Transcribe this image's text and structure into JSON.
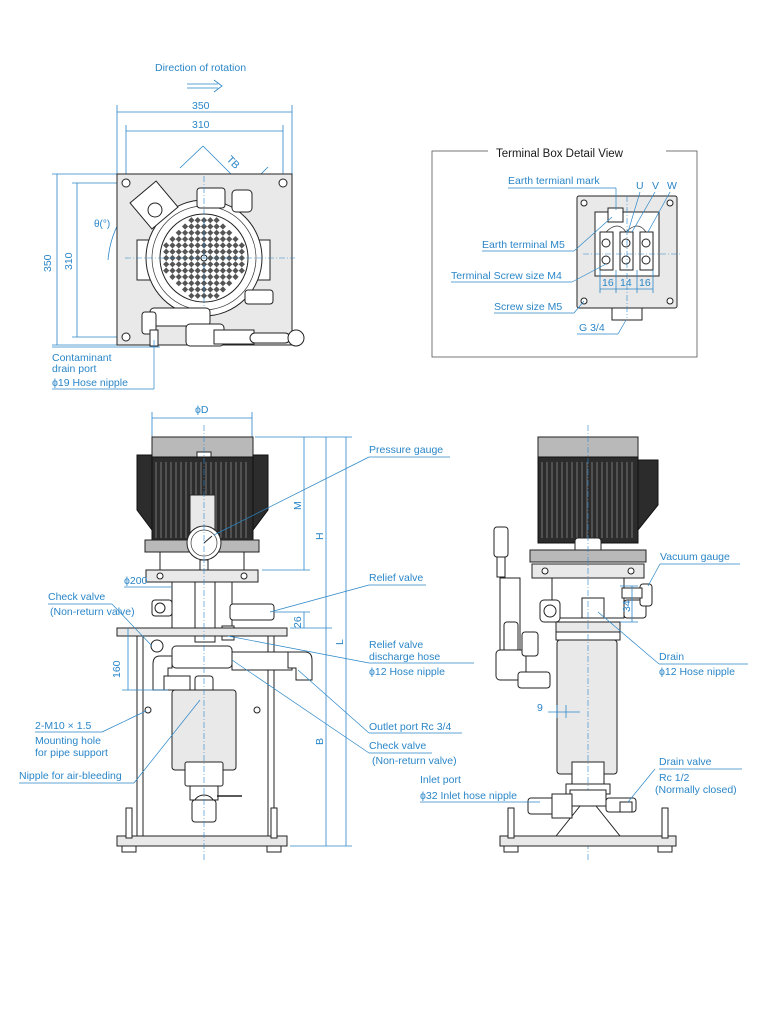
{
  "top_view": {
    "direction_of_rotation": "Direction of rotation",
    "dim_350_w": "350",
    "dim_310_w": "310",
    "dim_350_h": "350",
    "dim_310_h": "310",
    "dim_tb": "TB",
    "dim_theta": "θ(°)",
    "contaminant_line1": "Contaminant",
    "contaminant_line2": "drain port",
    "hose_nipple_19": "ϕ19 Hose nipple"
  },
  "terminal_box": {
    "title": "Terminal Box Detail View",
    "earth_mark": "Earth termianl mark",
    "u": "U",
    "v": "V",
    "w": "W",
    "earth_m5": "Earth terminal M5",
    "screw_m4": "Terminal Screw size M4",
    "screw_m5": "Screw size M5",
    "g34": "G 3/4",
    "d16a": "16",
    "d14": "14",
    "d16b": "16"
  },
  "front_view": {
    "phi_d": "ϕD",
    "pressure_gauge": "Pressure  gauge",
    "m": "M",
    "h": "H",
    "phi200": "ϕ200",
    "relief_valve": "Relief valve",
    "check_valve": "Check valve",
    "non_return": "(Non-return valve)",
    "d26": "26",
    "l": "L",
    "relief_discharge_1": "Relief valve",
    "relief_discharge_2": "discharge hose",
    "hose_nipple_12": "ϕ12  Hose nipple",
    "d160": "160",
    "mounting_1": "2-M10 × 1.5",
    "mounting_2": "Mounting hole",
    "mounting_3": "for pipe support",
    "outlet_port": "Outlet port Rc 3/4",
    "check_valve_2": "Check valve",
    "non_return_2": "(Non-return valve)",
    "b": "B",
    "air_bleeding": "Nipple for air-bleeding"
  },
  "side_view": {
    "vacuum_gauge": "Vacuum  gauge",
    "d34": "34",
    "drain": "Drain",
    "hose_nipple_12": "ϕ12  Hose nipple",
    "d9": "9",
    "drain_valve": "Drain valve",
    "rc12": "Rc  1/2",
    "normally_closed": "(Normally closed)",
    "inlet_port": "Inlet port",
    "inlet_hose": "ϕ32 Inlet hose nipple"
  }
}
